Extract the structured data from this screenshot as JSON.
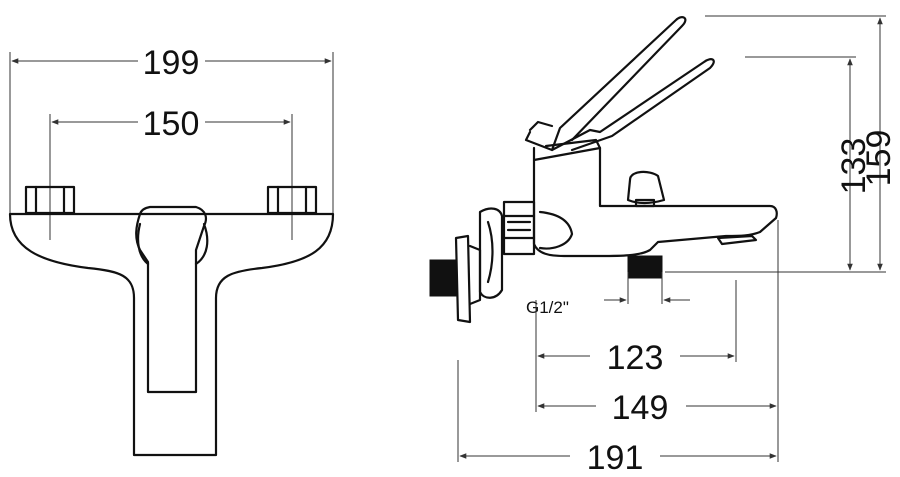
{
  "front_view": {
    "dims": {
      "overall_width": "199",
      "center_distance": "150"
    }
  },
  "side_view": {
    "dims": {
      "spout_reach_123": "123",
      "spout_reach_149": "149",
      "overall_depth": "191",
      "height_133": "133",
      "height_159": "159"
    },
    "thread_label": "G1/2\""
  }
}
